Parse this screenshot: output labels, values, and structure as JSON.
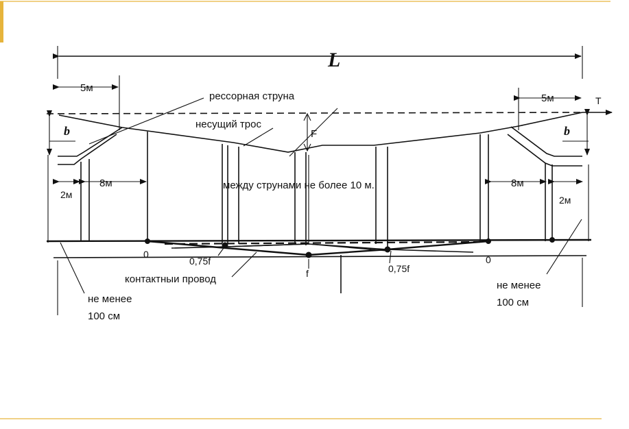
{
  "colors": {
    "accent": "#e6b43c",
    "ink": "#111111"
  },
  "labels": {
    "span": "L",
    "dim_5m_left": "5м",
    "dim_5m_right": "5м",
    "tension": "T",
    "spring_string": "рессорная струна",
    "carrier_cable": "несущий трос",
    "sag_F": "F",
    "b_left": "b",
    "b_right": "b",
    "between_strings": "между струнами не более 10 м.",
    "dim_8m_left": "8м",
    "dim_8m_right": "8м",
    "dim_2m_left": "2м",
    "dim_2m_right": "2м",
    "zero_left": "0",
    "zero_right": "0",
    "f075_left": "0,75f",
    "f075_right": "0,75f",
    "sag_f": "f",
    "contact_wire": "контактныи провод",
    "min_left_1": "не менее",
    "min_left_2": "100 см",
    "min_right_1": "не менее",
    "min_right_2": "100 см"
  }
}
